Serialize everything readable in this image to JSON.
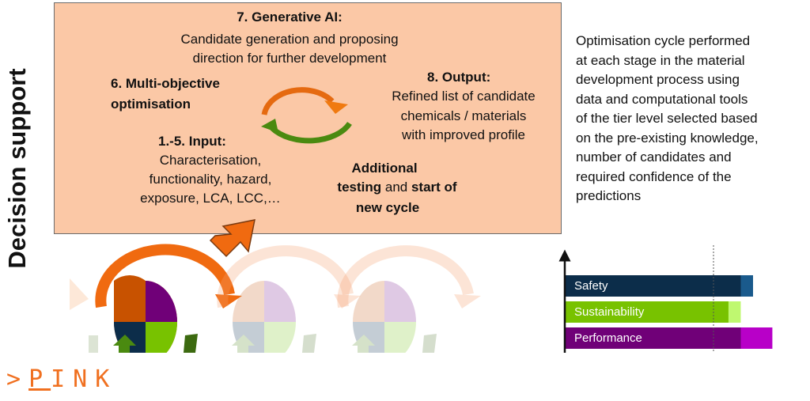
{
  "side_label": "Decision support",
  "cycle_box": {
    "generative_ai": {
      "title": "7. Generative AI:",
      "lines": [
        "Candidate generation and proposing",
        "direction for further development"
      ]
    },
    "multi_objective": {
      "lines": [
        "6. Multi-objective",
        "optimisation"
      ]
    },
    "input": {
      "title": "1.-5. Input:",
      "lines": [
        "Characterisation,",
        "functionality, hazard,",
        "exposure, LCA, LCC,…"
      ]
    },
    "output": {
      "title": "8. Output:",
      "lines": [
        "Refined list of candidate",
        "chemicals / materials",
        "with improved profile"
      ]
    },
    "additional": {
      "bold1": "Additional",
      "bold2": "testing",
      "mid": " and ",
      "bold3": "start of",
      "bold4": "new cycle"
    }
  },
  "description": [
    "Optimisation cycle performed",
    "at each stage in the material",
    "development process using",
    "data and computational tools",
    "of the tier level selected based",
    "on the pre-existing knowledge,",
    "number of candidates and",
    "required confidence of the",
    "predictions"
  ],
  "profile_chart": {
    "bars": [
      {
        "label": "Safety",
        "base": 0.93,
        "improved": 1.0,
        "color": "#0c2d4a",
        "light": "#1a5a8c"
      },
      {
        "label": "Sustainability",
        "base": 0.86,
        "improved": 0.93,
        "color": "#78c200",
        "light": "#bff870"
      },
      {
        "label": "Performance",
        "base": 0.93,
        "improved": 1.11,
        "color": "#700078",
        "light": "#b800c8"
      }
    ]
  },
  "colors": {
    "box": "#fbc8a6",
    "orange": "#f06a10",
    "green": "#4a8a10",
    "purple": "#700078"
  },
  "logo": "PINK"
}
